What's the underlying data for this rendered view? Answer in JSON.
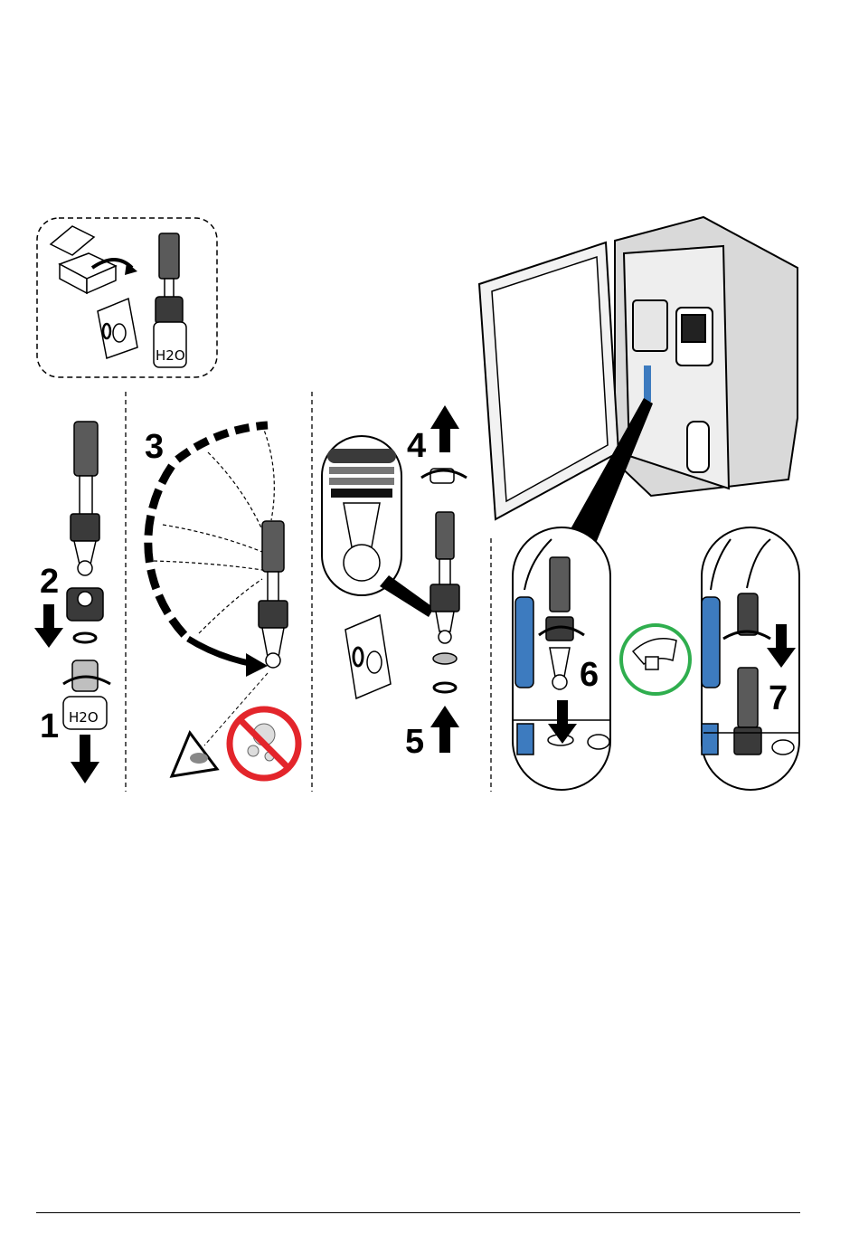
{
  "figure": {
    "steps": [
      "1",
      "2",
      "3",
      "4",
      "5",
      "6",
      "7"
    ],
    "h2o_label_top": "H2O",
    "h2o_label_step1": "H2O"
  },
  "colors": {
    "ink": "#000000",
    "probe_blue": "#3d7bbf",
    "ok_green": "#2fae4e",
    "prohibit_red": "#e3252b",
    "case_gray": "#d9d9d9"
  },
  "icons": [
    "box-icon",
    "curved-arrow-icon",
    "sachet-icon",
    "eye-icon",
    "no-bubbles-icon",
    "hand-tighten-icon",
    "rotate-icon",
    "arrow-up-icon",
    "arrow-down-icon"
  ]
}
